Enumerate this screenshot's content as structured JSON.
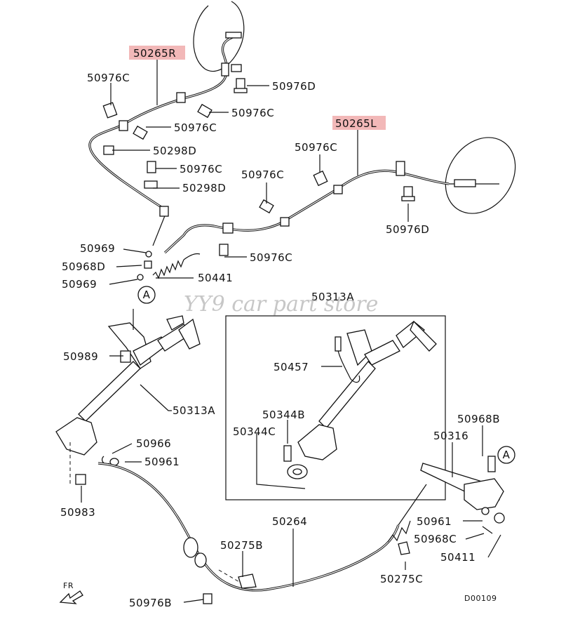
{
  "watermark": "YY9 car part store",
  "diagram_code": "D00109",
  "direction_label": "FR",
  "callout_letter": "A",
  "highlight_color": "#f2b8b8",
  "labels": {
    "p50265R": "50265R",
    "p50265L": "50265L",
    "p50976C_1": "50976C",
    "p50976D_1": "50976D",
    "p50976C_2": "50976C",
    "p50976C_3": "50976C",
    "p50298D_1": "50298D",
    "p50976C_4": "50976C",
    "p50298D_2": "50298D",
    "p50976C_5": "50976C",
    "p50976C_6": "50976C",
    "p50976D_2": "50976D",
    "p50969_1": "50969",
    "p50976C_7": "50976C",
    "p50968D": "50968D",
    "p50441": "50441",
    "p50969_2": "50969",
    "p50313A_box": "50313A",
    "p50457": "50457",
    "p50989": "50989",
    "p50313A": "50313A",
    "p50344B": "50344B",
    "p50344C": "50344C",
    "p50968B": "50968B",
    "p50316": "50316",
    "p50966": "50966",
    "p50961_1": "50961",
    "p50983": "50983",
    "p50264": "50264",
    "p50961_2": "50961",
    "p50968C": "50968C",
    "p50275B": "50275B",
    "p50411": "50411",
    "p50275C": "50275C",
    "p50976B": "50976B"
  }
}
